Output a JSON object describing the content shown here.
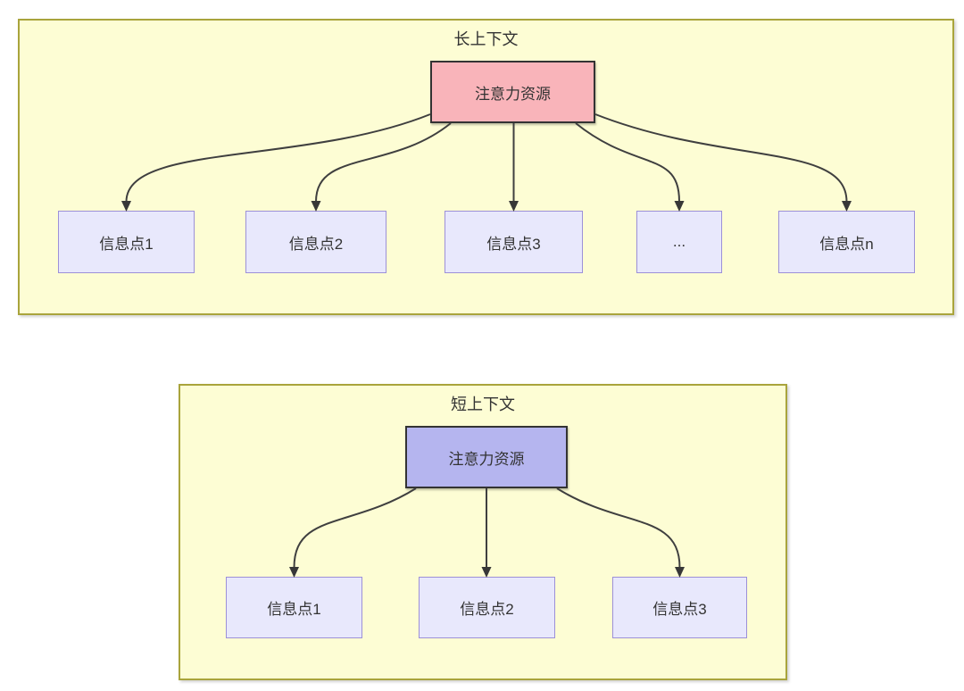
{
  "diagrams": [
    {
      "title": "长上下文",
      "root": {
        "label": "注意力资源"
      },
      "children": [
        {
          "label": "信息点1"
        },
        {
          "label": "信息点2"
        },
        {
          "label": "信息点3"
        },
        {
          "label": "..."
        },
        {
          "label": "信息点n"
        }
      ]
    },
    {
      "title": "短上下文",
      "root": {
        "label": "注意力资源"
      },
      "children": [
        {
          "label": "信息点1"
        },
        {
          "label": "信息点2"
        },
        {
          "label": "信息点3"
        }
      ]
    }
  ],
  "colors": {
    "cluster_fill": "#fdfdd4",
    "cluster_border": "#a9a43c",
    "long_context_root_fill": "#f9b4ba",
    "short_context_root_fill": "#b5b5ef",
    "info_node_fill": "#e8e8fc",
    "info_node_border": "#9c90d8",
    "root_node_border": "#333333",
    "arrow": "#3f3f3f",
    "text": "#333333"
  }
}
